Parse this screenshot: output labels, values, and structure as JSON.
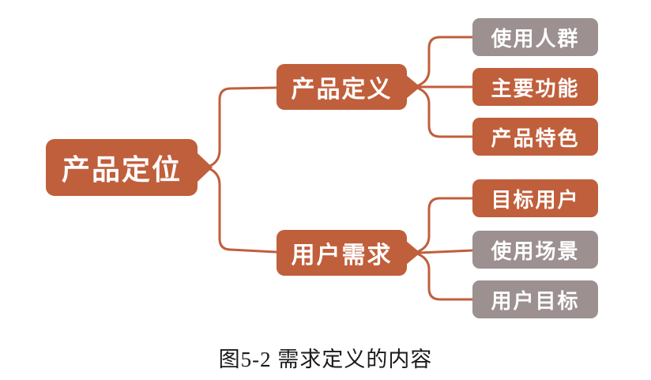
{
  "diagram": {
    "root": {
      "label": "产品定位",
      "color": "#C05F3B"
    },
    "branches": [
      {
        "label": "产品定义",
        "color": "#C05F3B",
        "children": [
          {
            "label": "使用人群",
            "color": "#9C9091"
          },
          {
            "label": "主要功能",
            "color": "#C05F3B"
          },
          {
            "label": "产品特色",
            "color": "#C05F3B"
          }
        ]
      },
      {
        "label": "用户需求",
        "color": "#C05F3B",
        "children": [
          {
            "label": "目标用户",
            "color": "#C05F3B"
          },
          {
            "label": "使用场景",
            "color": "#9C9091"
          },
          {
            "label": "用户目标",
            "color": "#9C9091"
          }
        ]
      }
    ],
    "caption": "图5-2 需求定义的内容",
    "colors": {
      "orange": "#C05F3B",
      "gray": "#9C9091",
      "line": "#C05F3B",
      "node_text": "#FFFFFF",
      "caption_text": "#1A1A1A",
      "background": "#FFFFFF"
    }
  }
}
